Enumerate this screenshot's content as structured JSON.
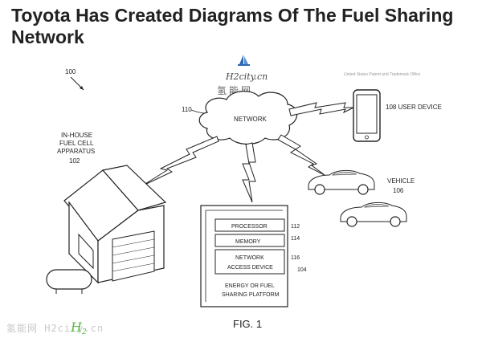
{
  "headline": "Toyota Has Created Diagrams Of The Fuel Sharing Network",
  "credit": "United States Patent and Trademark Office",
  "watermark": {
    "brand": "H2city.cn",
    "cn": "氢能网",
    "footer": "氢能网 H2city.cn"
  },
  "figure": {
    "ref_system": "100",
    "network_ref": "110",
    "network": "NETWORK",
    "house": [
      "IN-HOUSE",
      "FUEL CELL",
      "APPARATUS",
      "102"
    ],
    "user_device": "108 USER DEVICE",
    "vehicle": [
      "VEHICLE",
      "106"
    ],
    "platform": {
      "processor": "PROCESSOR",
      "processor_ref": "112",
      "memory": "MEMORY",
      "memory_ref": "114",
      "nad": [
        "NETWORK",
        "ACCESS DEVICE"
      ],
      "nad_ref": "116",
      "platform_ref": "104",
      "name": [
        "ENERGY OR FUEL",
        "SHARING PLATFORM"
      ]
    },
    "caption": "FIG. 1"
  }
}
